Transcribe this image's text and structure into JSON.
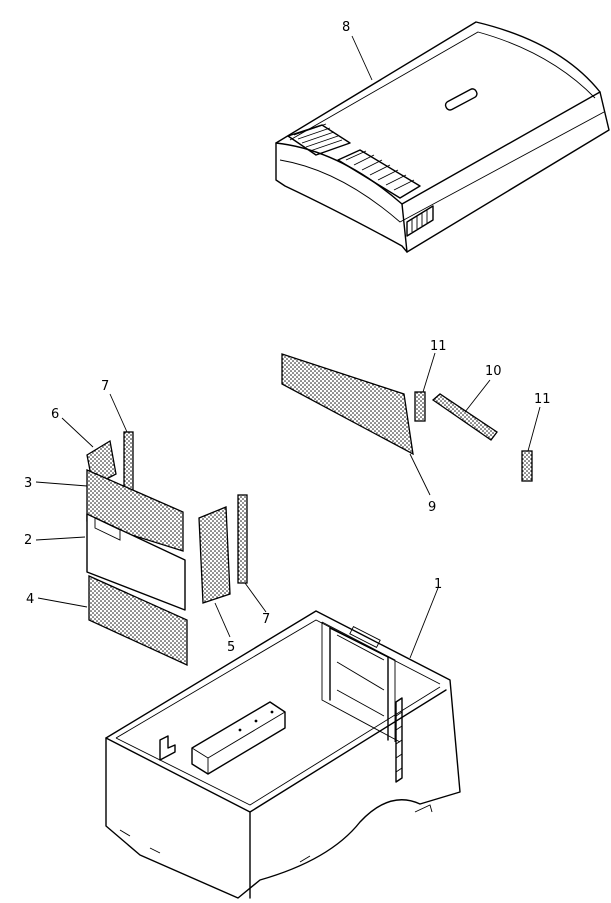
{
  "callouts": {
    "c1": "1",
    "c2": "2",
    "c3": "3",
    "c4": "4",
    "c5": "5",
    "c6": "6",
    "c7a": "7",
    "c7b": "7",
    "c8": "8",
    "c9": "9",
    "c10": "10",
    "c11a": "11",
    "c11b": "11"
  }
}
